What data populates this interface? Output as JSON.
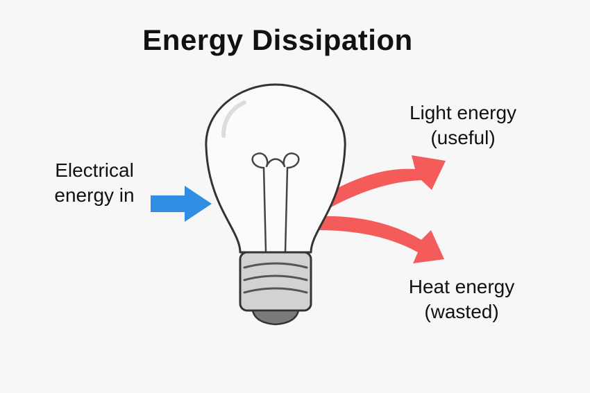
{
  "title": "Energy Dissipation",
  "input": {
    "line1": "Electrical",
    "line2": "energy in"
  },
  "outputs": {
    "light": {
      "line1": "Light energy",
      "line2": "(useful)"
    },
    "heat": {
      "line1": "Heat energy",
      "line2": "(wasted)"
    }
  },
  "colors": {
    "input_arrow": "#2f8de4",
    "output_arrows": "#f45b5b",
    "bulb_outline": "#333333",
    "base_fill": "#d2d2d2",
    "cap_fill": "#7a7a7a"
  },
  "icons": {
    "bulb": "light-bulb-icon",
    "input_arrow": "arrow-right-icon",
    "output_arrows": "curved-arrow-icon"
  }
}
